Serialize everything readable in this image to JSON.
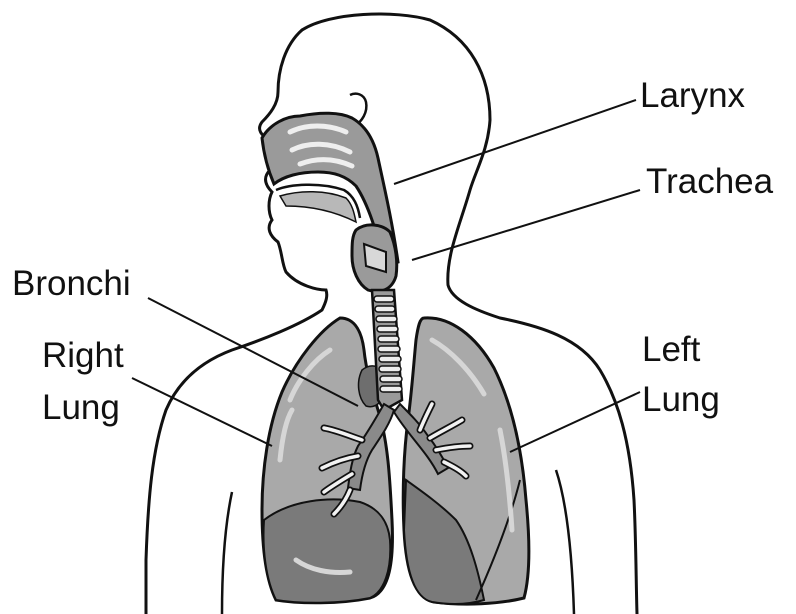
{
  "labels": {
    "larynx": "Larynx",
    "trachea": "Trachea",
    "bronchi": "Bronchi",
    "right_lung_line1": "Right",
    "right_lung_line2": "Lung",
    "left_lung_line1": "Left",
    "left_lung_line2": "Lung"
  },
  "colors": {
    "outline": "#111111",
    "lung_fill": "#a9a9a9",
    "lung_shadow": "#7a7a7a",
    "lung_highlight": "#d6d6d6",
    "airway_fill": "#9b9b9b",
    "cartilage": "#eeeeee"
  }
}
